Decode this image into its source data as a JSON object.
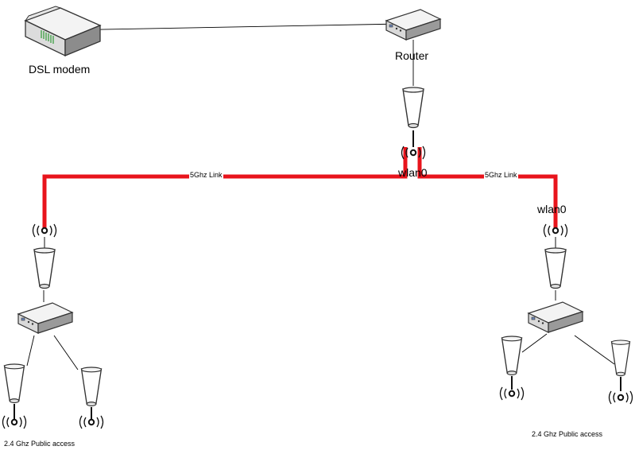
{
  "nodes": {
    "dsl_modem": {
      "label": "DSL modem",
      "icon": "dsl-modem-icon"
    },
    "router": {
      "label": "Router",
      "icon": "router-icon"
    },
    "central_wlan_label": "wlan0",
    "right_wlan_label": "wlan0",
    "left_access_label": "2.4 Ghz Public access",
    "right_access_label": "2.4 Ghz Public access"
  },
  "links": {
    "left_5ghz": "5Ghz Link",
    "right_5ghz": "5Ghz Link"
  },
  "colors": {
    "link_red": "#e8141c",
    "device_light": "#f2f2f2",
    "device_mid": "#d6d6d6",
    "device_dark": "#8a8a8a",
    "line": "#000000"
  }
}
